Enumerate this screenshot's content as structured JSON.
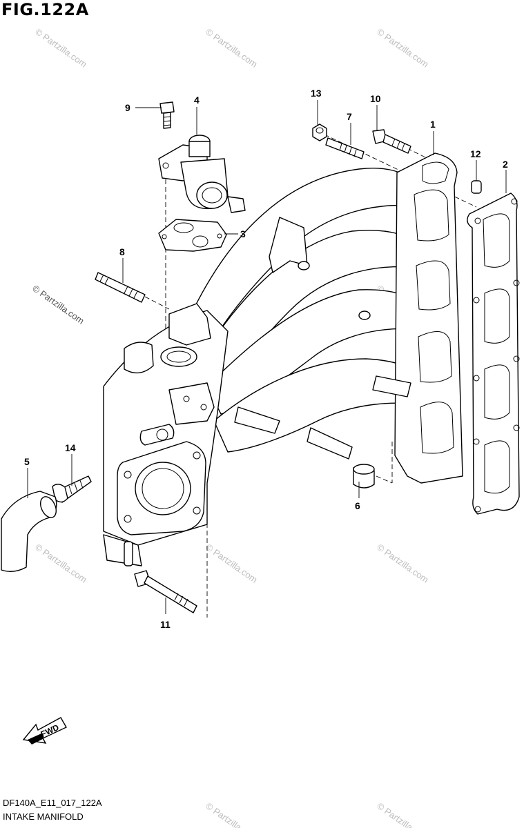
{
  "figure": {
    "title": "FIG.122A",
    "diagram_code": "DF140A_E11_017_122A",
    "diagram_name": "INTAKE MANIFOLD",
    "fwd_label": "FWD"
  },
  "watermark": {
    "text": "© Partzilla.com",
    "color": "#bdbdbd"
  },
  "callouts": [
    "1",
    "2",
    "3",
    "4",
    "5",
    "6",
    "7",
    "8",
    "9",
    "10",
    "11",
    "12",
    "13",
    "14"
  ]
}
